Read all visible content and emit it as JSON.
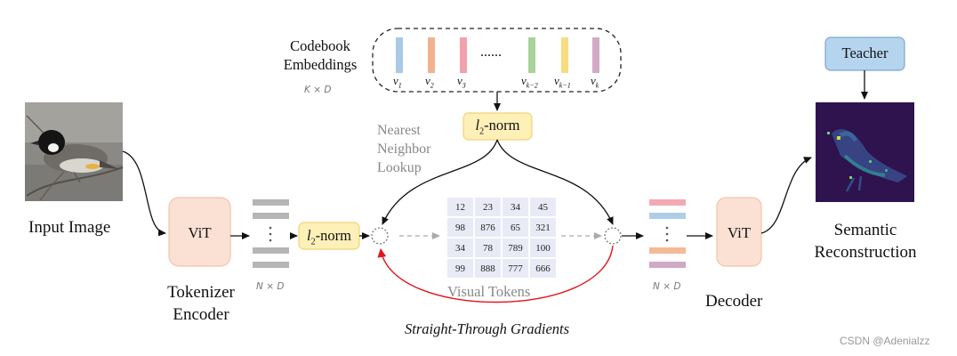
{
  "codebook": {
    "title_line1": "Codebook",
    "title_line2": "Embeddings",
    "shape": "K × D",
    "vectors": [
      {
        "label": "v",
        "sub": "1",
        "color": "#a9c9e6"
      },
      {
        "label": "v",
        "sub": "2",
        "color": "#f3b28d"
      },
      {
        "label": "v",
        "sub": "3",
        "color": "#f3a1ad"
      },
      {
        "label": "v",
        "sub": "k−2",
        "color": "#a8d49a"
      },
      {
        "label": "v",
        "sub": "k−1",
        "color": "#f7dc80"
      },
      {
        "label": "v",
        "sub": "k",
        "color": "#d3aac6"
      }
    ],
    "ellipsis": "......"
  },
  "norm_top": {
    "l": "l",
    "sub": "2",
    "text": "-norm"
  },
  "norm_left": {
    "l": "l",
    "sub": "2",
    "text": "-norm"
  },
  "lookup": {
    "line1": "Nearest",
    "line2": "Neighbor",
    "line3": "Lookup"
  },
  "input_label": "Input Image",
  "encoder": {
    "block": "ViT",
    "line1": "Tokenizer",
    "line2": "Encoder",
    "shape": "N × D"
  },
  "visual_tokens": {
    "label": "Visual Tokens",
    "grid": [
      [
        "12",
        "23",
        "34",
        "45"
      ],
      [
        "98",
        "876",
        "65",
        "321"
      ],
      [
        "34",
        "78",
        "789",
        "100"
      ],
      [
        "99",
        "888",
        "777",
        "666"
      ]
    ]
  },
  "decoder": {
    "block": "ViT",
    "label": "Decoder",
    "shape": "N × D"
  },
  "teacher_label": "Teacher",
  "output_label_line1": "Semantic",
  "output_label_line2": "Reconstruction",
  "gradient_label": "Straight-Through Gradients",
  "watermark": "CSDN @Adenialzz",
  "colors": {
    "vit_fill": "#fbe1d3",
    "vit_stroke": "#f3c4ab",
    "norm_fill": "#fff0b8",
    "norm_stroke": "#efd27a",
    "teacher_fill": "#b5d4ee",
    "teacher_stroke": "#7ea7cf",
    "gradient_red": "#e3171b",
    "token_gray": "#b5b5b5",
    "dec_token_pink": "#f3a9b4",
    "dec_token_blue": "#aecde8",
    "dec_token_orange": "#f5b995",
    "dec_token_purple": "#cfa9c6",
    "grid_fill": "#e8ebf6"
  }
}
